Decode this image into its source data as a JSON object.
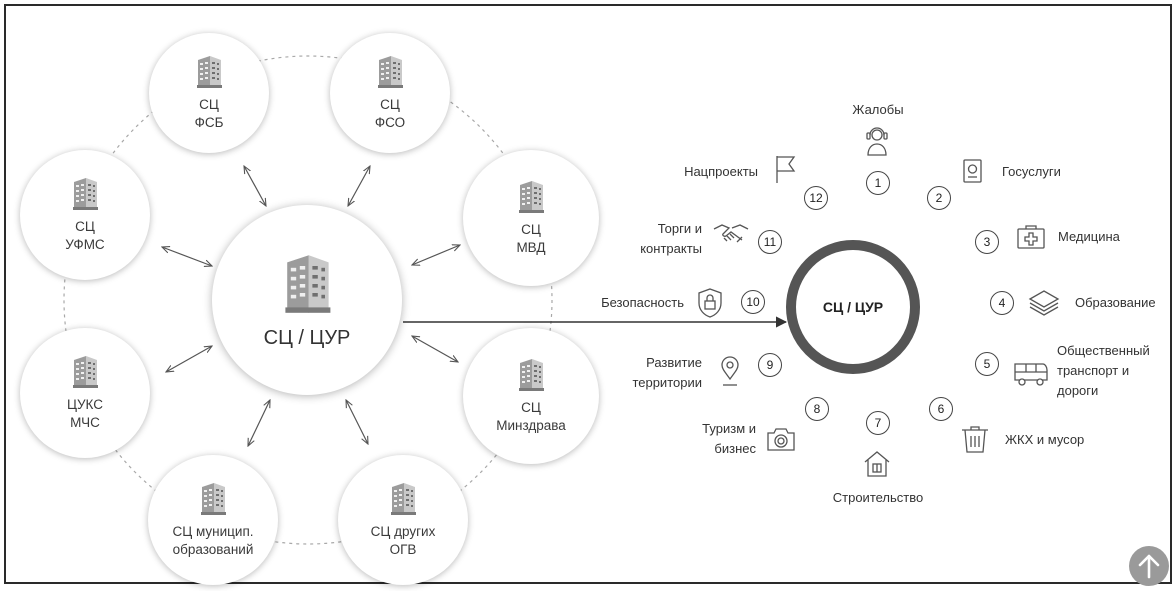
{
  "hub": {
    "label": "СЦ / ЦУР"
  },
  "agencies": [
    {
      "label": "СЦ\nФСБ"
    },
    {
      "label": "СЦ\nФСО"
    },
    {
      "label": "СЦ\nМВД"
    },
    {
      "label": "СЦ\nМинздрава"
    },
    {
      "label": "СЦ других\nОГВ"
    },
    {
      "label": "СЦ муницип.\nобразований"
    },
    {
      "label": "ЦУКС\nМЧС"
    },
    {
      "label": "СЦ\nУФМС"
    }
  ],
  "center": {
    "label": "СЦ / ЦУР"
  },
  "sectors": [
    {
      "num": "1",
      "label": "Жалобы",
      "icon": "operator-headset-icon"
    },
    {
      "num": "2",
      "label": "Госуслуги",
      "icon": "passport-icon"
    },
    {
      "num": "3",
      "label": "Медицина",
      "icon": "first-aid-kit-icon"
    },
    {
      "num": "4",
      "label": "Образование",
      "icon": "book-stack-icon"
    },
    {
      "num": "5",
      "label": "Общественный\nтранспорт и\nдороги",
      "icon": "bus-icon"
    },
    {
      "num": "6",
      "label": "ЖКХ и мусор",
      "icon": "trash-bin-icon"
    },
    {
      "num": "7",
      "label": "Строительство",
      "icon": "house-icon"
    },
    {
      "num": "8",
      "label": "Туризм и\nбизнес",
      "icon": "camera-icon"
    },
    {
      "num": "9",
      "label": "Развитие\nтерритории",
      "icon": "map-pin-icon"
    },
    {
      "num": "10",
      "label": "Безопасность",
      "icon": "lock-shield-icon"
    },
    {
      "num": "11",
      "label": "Торги и\nконтракты",
      "icon": "handshake-icon"
    },
    {
      "num": "12",
      "label": "Нацпроекты",
      "icon": "flag-icon"
    }
  ],
  "scroll_top": {
    "icon": "arrow-up-icon"
  }
}
